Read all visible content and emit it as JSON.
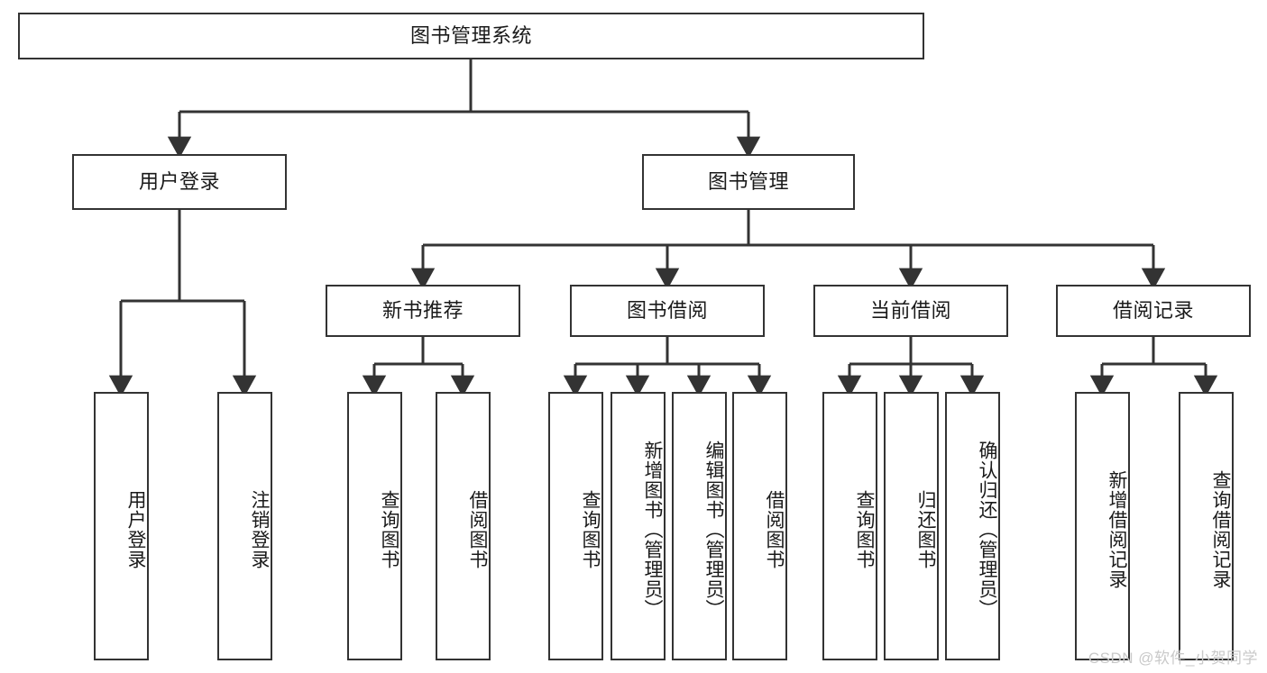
{
  "diagram": {
    "title": "图书管理系统",
    "type": "tree-hierarchy",
    "root": {
      "label": "图书管理系统"
    },
    "level2": [
      {
        "label": "用户登录"
      },
      {
        "label": "图书管理"
      }
    ],
    "level3": [
      {
        "label": "新书推荐"
      },
      {
        "label": "图书借阅"
      },
      {
        "label": "当前借阅"
      },
      {
        "label": "借阅记录"
      }
    ],
    "leaves": {
      "user_login": [
        {
          "label": "用户登录"
        },
        {
          "label": "注销登录"
        }
      ],
      "new_book_recommend": [
        {
          "label": "查询图书"
        },
        {
          "label": "借阅图书"
        }
      ],
      "book_borrow": [
        {
          "label": "查询图书"
        },
        {
          "label": "新增图书（管理员）"
        },
        {
          "label": "编辑图书（管理员）"
        },
        {
          "label": "借阅图书"
        }
      ],
      "current_borrow": [
        {
          "label": "查询图书"
        },
        {
          "label": "归还图书"
        },
        {
          "label": "确认归还（管理员）"
        }
      ],
      "borrow_record": [
        {
          "label": "新增借阅记录"
        },
        {
          "label": "查询借阅记录"
        }
      ]
    }
  },
  "watermark": {
    "text": "CSDN @软件_小贺同学"
  },
  "colors": {
    "border": "#333333",
    "text": "#1a1a1a",
    "background": "#ffffff",
    "watermark": "#c9c9c9"
  }
}
